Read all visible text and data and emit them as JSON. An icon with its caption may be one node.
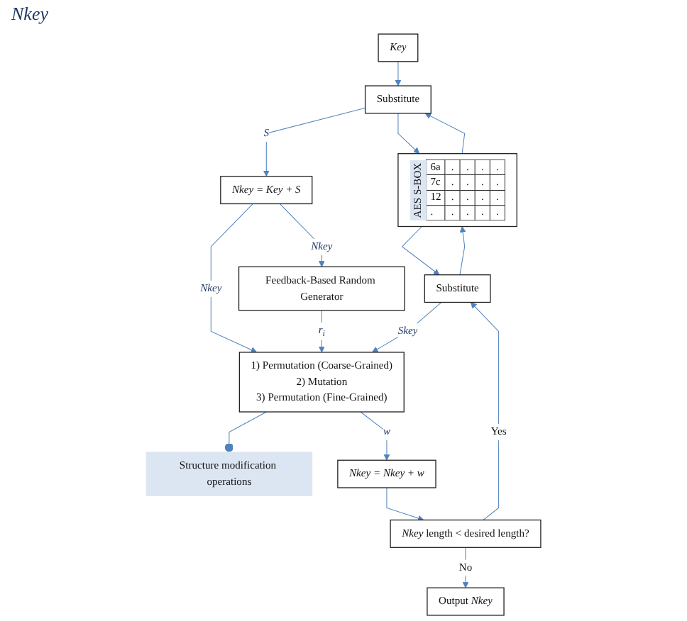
{
  "diagram": {
    "nodes": [
      {
        "text": [
          "Key"
        ]
      },
      {
        "text": [
          "Substitute"
        ]
      },
      {
        "text": [
          "Nkey = Key + S"
        ]
      },
      {
        "text": [
          "Feedback-Based Random Generator"
        ]
      },
      {
        "text": [
          "AES S-BOX",
          "6a",
          ".",
          ".",
          ".",
          ".",
          "7c",
          ".",
          ".",
          ".",
          ".",
          "12",
          ".",
          ".",
          ".",
          ".",
          ".",
          ".",
          ".",
          ".",
          "."
        ]
      },
      {
        "text": [
          "Substitute"
        ]
      },
      {
        "text": [
          "1) Permutation (Coarse-Grained)",
          "2) Mutation",
          "3) Permutation (Fine-Grained)"
        ]
      },
      {
        "text": [
          "Structure modification operations"
        ]
      },
      {
        "text": [
          "Nkey = Nkey + w"
        ]
      },
      {
        "text": [
          "*Nkey* length < desired length?"
        ]
      },
      {
        "text": [
          "Output *Nkey*"
        ]
      }
    ],
    "edges": [
      {
        "from": 0,
        "to": 1,
        "arrow": "to"
      },
      {
        "from": 1,
        "to": 4,
        "arrow": "to"
      },
      {
        "from": 4,
        "to": 1,
        "arrow": "to"
      },
      {
        "from": 1,
        "to": 2,
        "arrow": "to",
        "label": "S"
      },
      {
        "from": 4,
        "to": 5,
        "arrow": "to"
      },
      {
        "from": 5,
        "to": 4,
        "arrow": "to"
      },
      {
        "from": 2,
        "to": 3,
        "arrow": "to",
        "label": "Nkey"
      },
      {
        "from": 2,
        "to": 6,
        "arrow": "to",
        "label": "Nkey"
      },
      {
        "from": 3,
        "to": 6,
        "arrow": "to",
        "label": "r$_{i}$"
      },
      {
        "from": 5,
        "to": 6,
        "arrow": "to",
        "label": "Skey"
      },
      {
        "from": 6,
        "to": 7,
        "arrow": "other"
      },
      {
        "from": 6,
        "to": 8,
        "arrow": "to",
        "label": "w"
      },
      {
        "from": 8,
        "to": 9,
        "arrow": "to"
      },
      {
        "from": 9,
        "to": 5,
        "arrow": "to",
        "label": "Yes"
      },
      {
        "from": 9,
        "to": 10,
        "arrow": "to",
        "label": "No"
      }
    ],
    "labels": [
      "Nkey"
    ]
  }
}
